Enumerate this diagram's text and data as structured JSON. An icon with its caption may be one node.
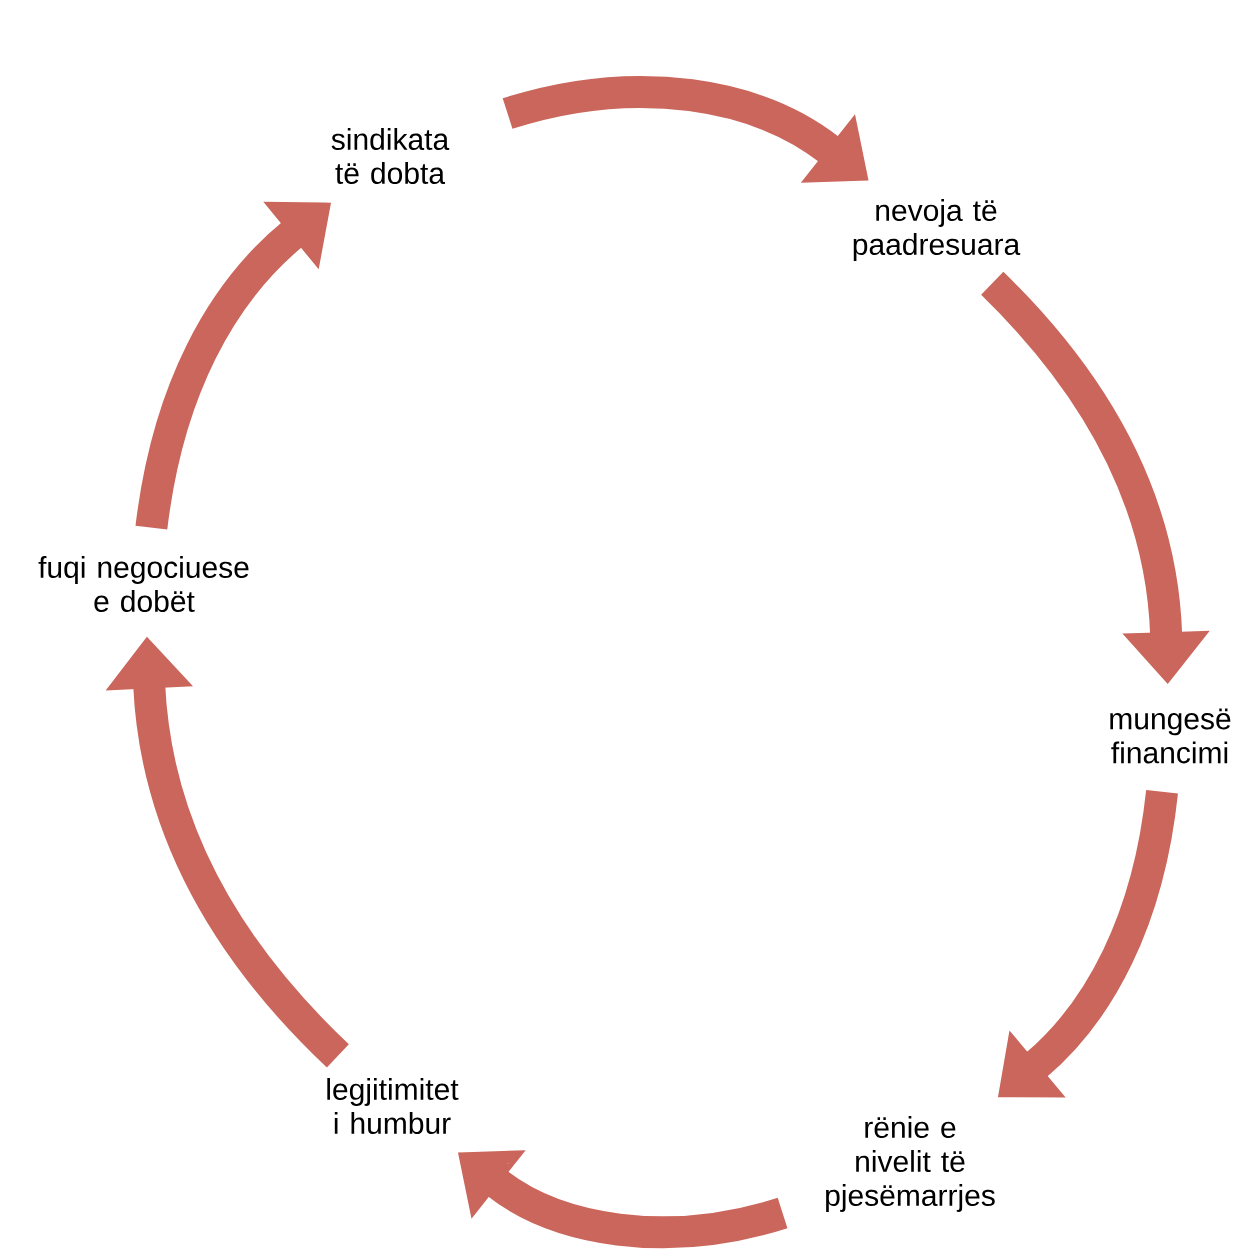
{
  "diagram": {
    "nodes": [
      {
        "text": [
          "sindikata të dobta"
        ]
      },
      {
        "text": [
          "nevoja të paadresuara"
        ]
      },
      {
        "text": [
          "mungesë financimi"
        ]
      },
      {
        "text": [
          "rënie e nivelit të pjesëmarrjes"
        ]
      },
      {
        "text": [
          "legjitimitet i humbur"
        ]
      },
      {
        "text": [
          "fuqi negociuese e dobët"
        ]
      }
    ],
    "edges": [
      {
        "from": 0,
        "to": 1,
        "arrow": "to"
      },
      {
        "from": 1,
        "to": 2,
        "arrow": "to"
      },
      {
        "from": 2,
        "to": 3,
        "arrow": "to"
      },
      {
        "from": 3,
        "to": 4,
        "arrow": "to"
      },
      {
        "from": 4,
        "to": 5,
        "arrow": "to"
      },
      {
        "from": 5,
        "to": 0,
        "arrow": "to"
      }
    ]
  }
}
